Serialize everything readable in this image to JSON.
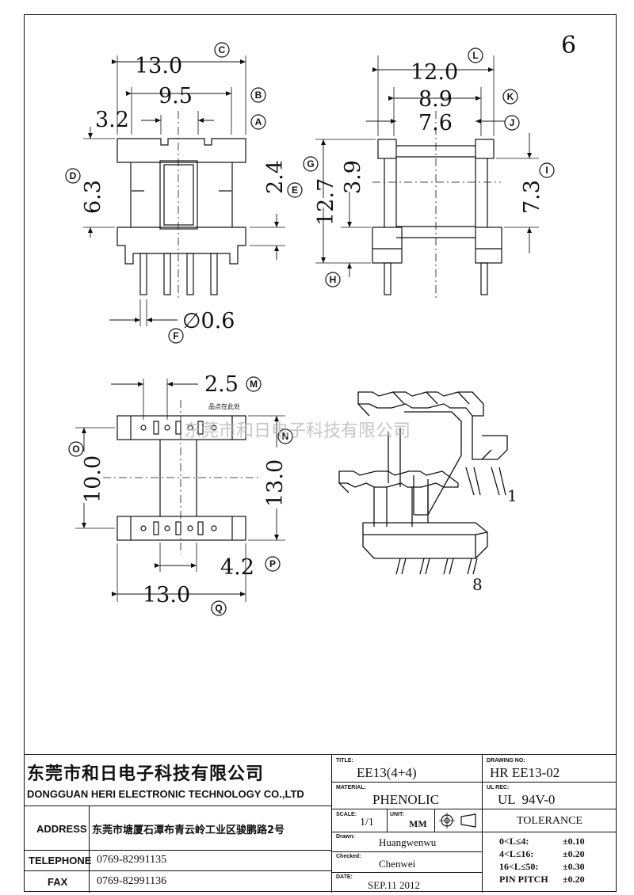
{
  "sheet_number": "6",
  "watermark": "东莞市和日电子科技有限公司",
  "small_note": "品点在此处",
  "pin_labels": {
    "first": "1",
    "last": "8"
  },
  "dimensions": {
    "A": {
      "letter": "A",
      "value": "3.2"
    },
    "B": {
      "letter": "B",
      "value": "9.5"
    },
    "C": {
      "letter": "C",
      "value": "13.0"
    },
    "D": {
      "letter": "D",
      "value": "6.3"
    },
    "E": {
      "letter": "E",
      "value": "2.4"
    },
    "F": {
      "letter": "F",
      "value": "∅0.6"
    },
    "G": {
      "letter": "G",
      "value": "12.7"
    },
    "H": {
      "letter": "H",
      "value": "3.9"
    },
    "I": {
      "letter": "I",
      "value": "7.3"
    },
    "J": {
      "letter": "J",
      "value": "7.6"
    },
    "K": {
      "letter": "K",
      "value": "8.9"
    },
    "L": {
      "letter": "L",
      "value": "12.0"
    },
    "M": {
      "letter": "M",
      "value": "2.5"
    },
    "N": {
      "letter": "N",
      "value": "13.0"
    },
    "O": {
      "letter": "O",
      "value": "10.0"
    },
    "P": {
      "letter": "P",
      "value": "4.2"
    },
    "Q": {
      "letter": "Q",
      "value": "13.0"
    }
  },
  "title_block": {
    "company_cn": "东莞市和日电子科技有限公司",
    "company_en": "DONGGUAN HERI ELECTRONIC TECHNOLOGY CO.,LTD",
    "address_label": "ADDRESS",
    "address_value": "东莞市塘厦石潭布青云岭工业区骏鹏路2号",
    "telephone_label": "TELEPHONE",
    "telephone_value": "0769-82991135",
    "fax_label": "FAX",
    "fax_value": "0769-82991136",
    "title_label": "TITLE:",
    "title_value": "EE13(4+4)",
    "material_label": "MATERIAL:",
    "material_value": "PHENOLIC",
    "scale_label": "SCALE:",
    "scale_value": "1/1",
    "unit_label": "UNIT:",
    "unit_value": "MM",
    "drawn_label": "Drawn:",
    "drawn_value": "Huangwenwu",
    "checked_label": "Checked:",
    "checked_value": "Chenwei",
    "date_label": "DATE:",
    "date_value": "SEP.11 2012",
    "drawing_no_label": "DRAWING NO:",
    "drawing_no_value": "HR EE13-02",
    "ul_rec_label": "UL REC:",
    "ul_rec_value": "UL  94V-0",
    "tolerance_label": "TOLERANCE",
    "tolerance_rows": [
      {
        "range": "0<L≤4:",
        "value": "±0.10"
      },
      {
        "range": "4<L≤16:",
        "value": "±0.20"
      },
      {
        "range": "16<L≤50:",
        "value": "±0.30"
      },
      {
        "range": "PIN PITCH",
        "value": "±0.20"
      }
    ]
  }
}
